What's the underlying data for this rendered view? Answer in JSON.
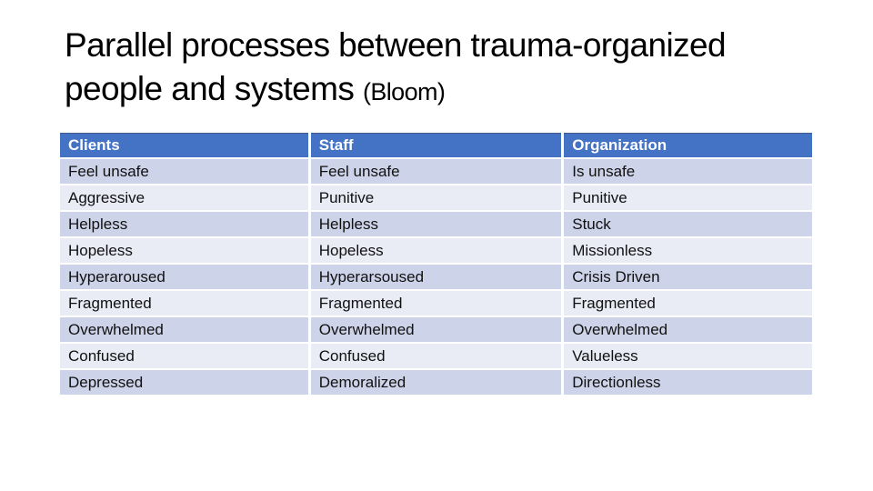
{
  "slide": {
    "title_line1": "Parallel processes between trauma-organized",
    "title_line2_main": "people and systems ",
    "title_line2_paren": "(Bloom)"
  },
  "table": {
    "columns": [
      "Clients",
      "Staff",
      "Organization"
    ],
    "rows": [
      [
        "Feel unsafe",
        "Feel unsafe",
        "Is unsafe"
      ],
      [
        "Aggressive",
        "Punitive",
        "Punitive"
      ],
      [
        "Helpless",
        "Helpless",
        "Stuck"
      ],
      [
        "Hopeless",
        "Hopeless",
        "Missionless"
      ],
      [
        "Hyperaroused",
        "Hyperarsoused",
        "Crisis Driven"
      ],
      [
        "Fragmented",
        "Fragmented",
        "Fragmented"
      ],
      [
        "Overwhelmed",
        "Overwhelmed",
        "Overwhelmed"
      ],
      [
        "Confused",
        "Confused",
        "Valueless"
      ],
      [
        "Depressed",
        "Demoralized",
        "Directionless"
      ]
    ],
    "colors": {
      "header_bg": "#4472C4",
      "header_text": "#FFFFFF",
      "band_dark": "#CDD3E8",
      "band_light": "#E9EBF5",
      "cell_text": "#111111"
    }
  }
}
